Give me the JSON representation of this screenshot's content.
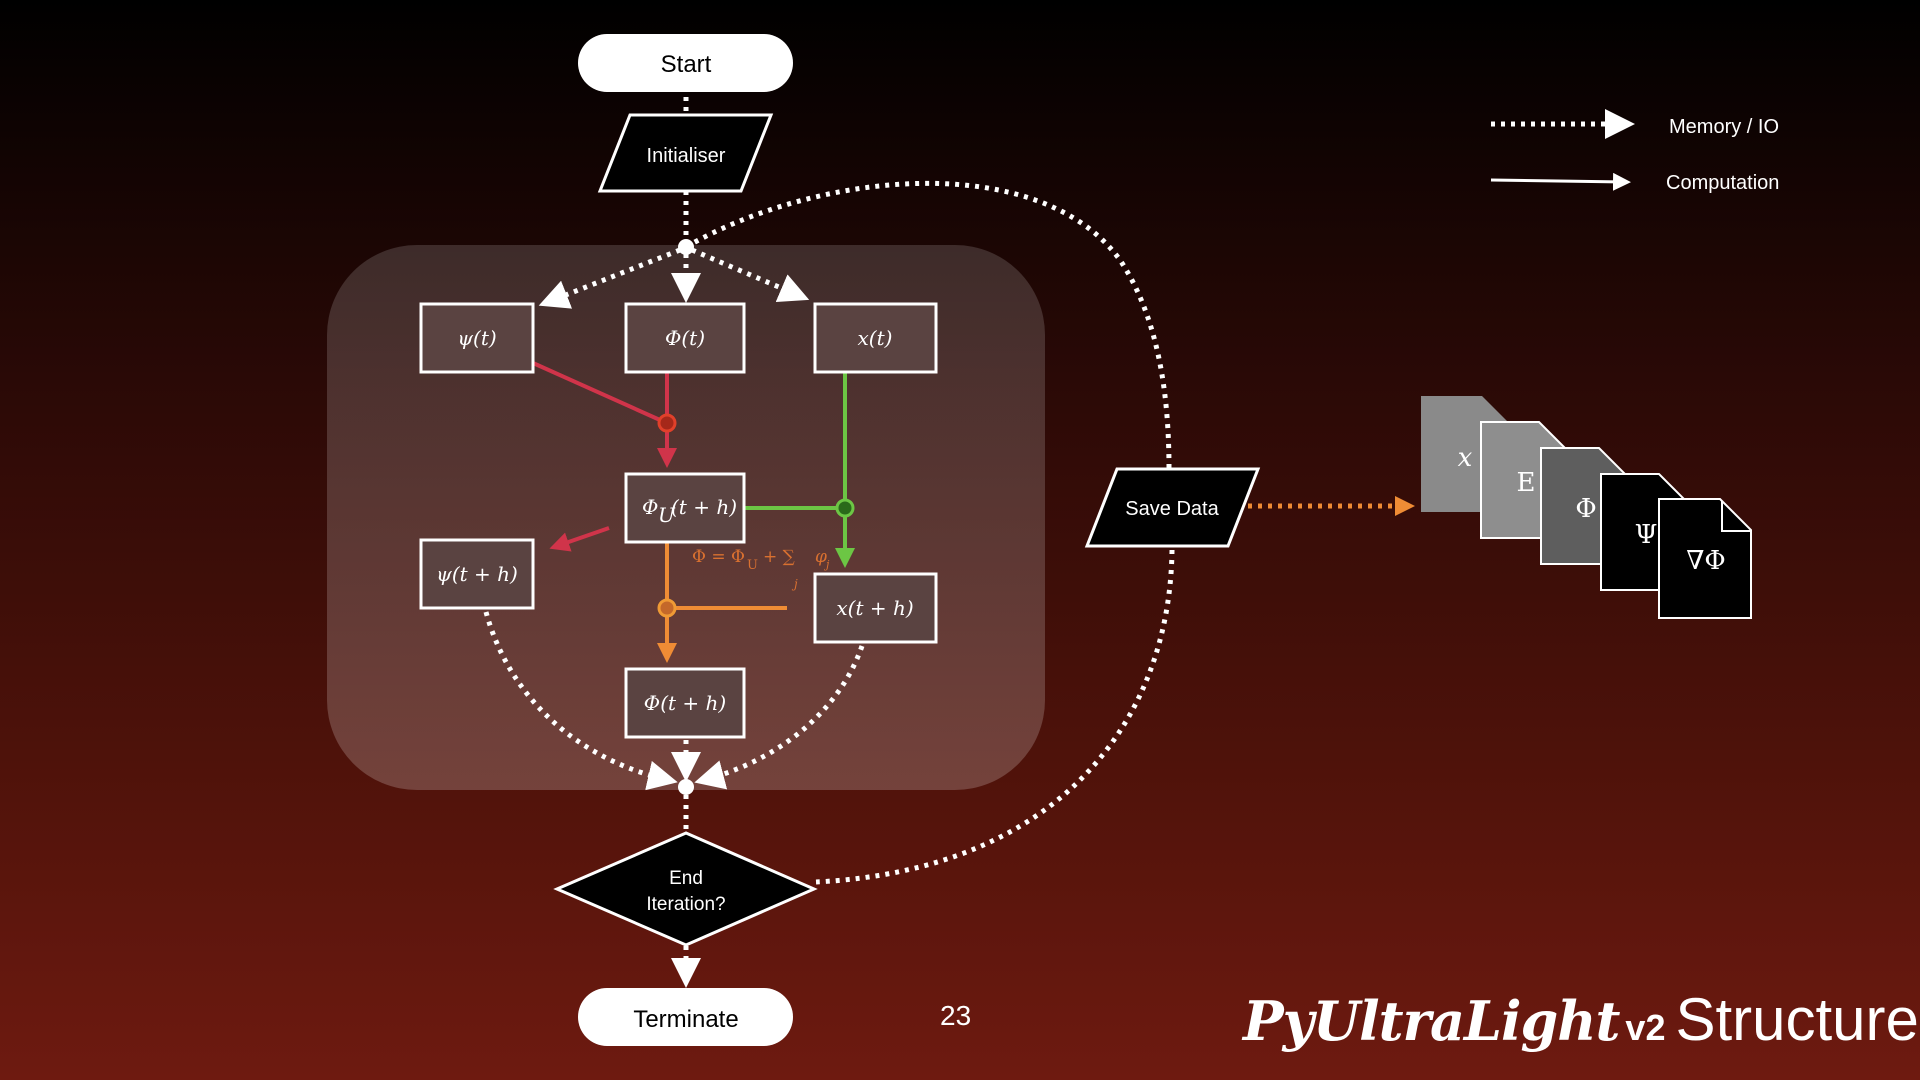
{
  "flow": {
    "start": "Start",
    "initialiser": "Initialiser",
    "save_data": "Save Data",
    "end_line1": "End",
    "end_line2": "Iteration?",
    "terminate": "Terminate"
  },
  "nodes": {
    "psi_t": "ψ(t)",
    "phi_t": "Φ(t)",
    "x_t": "x(t)",
    "phiU_main": "Φ",
    "phiU_sub": "U",
    "phiU_arg": "(t + h)",
    "psi_th": "ψ(t + h)",
    "x_th": "x(t + h)",
    "phi_th": "Φ(t + h)"
  },
  "formula": {
    "lhs": "Φ = Φ",
    "sub_u": "U",
    "plus_sum": "+ ∑",
    "sum_index": "j",
    "phi": "φ",
    "phi_index": "j"
  },
  "files": [
    "x",
    "E",
    "Φ",
    "Ψ",
    "∇Φ"
  ],
  "legend": {
    "memory": "Memory / IO",
    "computation": "Computation"
  },
  "page_number": "23",
  "title": {
    "logo": "PyUltraLight",
    "version": "v2",
    "word": "Structure"
  },
  "colors": {
    "red": "#d0344a",
    "green": "#6cc644",
    "orange": "#ef8c35"
  }
}
